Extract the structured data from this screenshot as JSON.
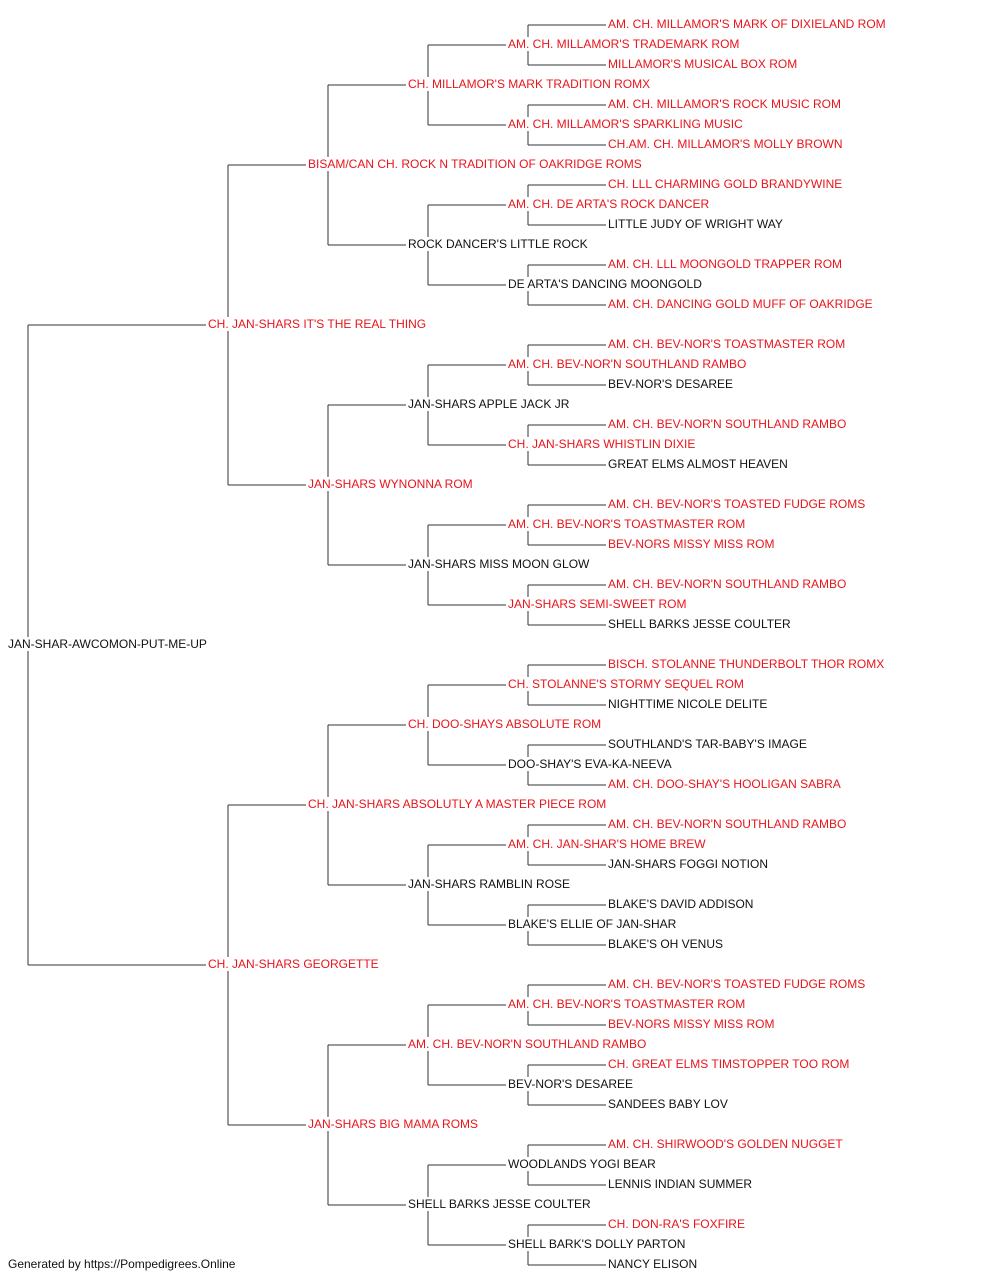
{
  "pedigree": {
    "subject": "JAN-SHAR-AWCOMON-PUT-ME-UP",
    "colors": {
      "champion": "#e8141b",
      "plain": "#111111",
      "lines": "#333333"
    },
    "generations": [
      [
        {
          "name": "CH. JAN-SHARS IT'S THE REAL THING",
          "titled": true
        },
        {
          "name": "CH. JAN-SHARS GEORGETTE",
          "titled": true
        }
      ],
      [
        {
          "name": "BISAM/CAN CH. ROCK N TRADITION OF OAKRIDGE ROMS",
          "titled": true
        },
        {
          "name": "JAN-SHARS WYNONNA ROM",
          "titled": true
        },
        {
          "name": "CH. JAN-SHARS ABSOLUTLY A MASTER PIECE ROM",
          "titled": true
        },
        {
          "name": "JAN-SHARS BIG MAMA ROMS",
          "titled": true
        }
      ],
      [
        {
          "name": "CH. MILLAMOR'S MARK TRADITION ROMX",
          "titled": true
        },
        {
          "name": "ROCK DANCER'S LITTLE ROCK",
          "titled": false
        },
        {
          "name": "JAN-SHARS APPLE JACK JR",
          "titled": false
        },
        {
          "name": "JAN-SHARS MISS MOON GLOW",
          "titled": false
        },
        {
          "name": "CH. DOO-SHAYS ABSOLUTE ROM",
          "titled": true
        },
        {
          "name": "JAN-SHARS RAMBLIN ROSE",
          "titled": false
        },
        {
          "name": "AM. CH. BEV-NOR'N SOUTHLAND RAMBO",
          "titled": true
        },
        {
          "name": "SHELL BARKS JESSE COULTER",
          "titled": false
        }
      ],
      [
        {
          "name": "AM. CH. MILLAMOR'S TRADEMARK ROM",
          "titled": true
        },
        {
          "name": "AM. CH. MILLAMOR'S SPARKLING MUSIC",
          "titled": true
        },
        {
          "name": "AM. CH. DE ARTA'S ROCK DANCER",
          "titled": true
        },
        {
          "name": "DE ARTA'S DANCING MOONGOLD",
          "titled": false
        },
        {
          "name": "AM. CH. BEV-NOR'N SOUTHLAND RAMBO",
          "titled": true
        },
        {
          "name": "CH. JAN-SHARS WHISTLIN DIXIE",
          "titled": true
        },
        {
          "name": "AM. CH. BEV-NOR'S TOASTMASTER ROM",
          "titled": true
        },
        {
          "name": "JAN-SHARS SEMI-SWEET ROM",
          "titled": true
        },
        {
          "name": "CH. STOLANNE'S STORMY SEQUEL ROM",
          "titled": true
        },
        {
          "name": "DOO-SHAY'S EVA-KA-NEEVA",
          "titled": false
        },
        {
          "name": "AM. CH. JAN-SHAR'S HOME BREW",
          "titled": true
        },
        {
          "name": "BLAKE'S ELLIE OF JAN-SHAR",
          "titled": false
        },
        {
          "name": "AM. CH. BEV-NOR'S TOASTMASTER ROM",
          "titled": true
        },
        {
          "name": "BEV-NOR'S DESAREE",
          "titled": false
        },
        {
          "name": "WOODLANDS YOGI BEAR",
          "titled": false
        },
        {
          "name": "SHELL BARK'S DOLLY PARTON",
          "titled": false
        }
      ],
      [
        {
          "name": "AM. CH. MILLAMOR'S MARK OF DIXIELAND ROM",
          "titled": true
        },
        {
          "name": "MILLAMOR'S MUSICAL BOX ROM",
          "titled": true
        },
        {
          "name": "AM. CH. MILLAMOR'S ROCK MUSIC ROM",
          "titled": true
        },
        {
          "name": "CH.AM. CH. MILLAMOR'S MOLLY BROWN",
          "titled": true
        },
        {
          "name": "CH. LLL CHARMING GOLD BRANDYWINE",
          "titled": true
        },
        {
          "name": "LITTLE JUDY OF WRIGHT WAY",
          "titled": false
        },
        {
          "name": "AM. CH. LLL MOONGOLD TRAPPER ROM",
          "titled": true
        },
        {
          "name": "AM. CH. DANCING GOLD MUFF OF OAKRIDGE",
          "titled": true
        },
        {
          "name": "AM. CH. BEV-NOR'S TOASTMASTER ROM",
          "titled": true
        },
        {
          "name": "BEV-NOR'S DESAREE",
          "titled": false
        },
        {
          "name": "AM. CH. BEV-NOR'N SOUTHLAND RAMBO",
          "titled": true
        },
        {
          "name": "GREAT ELMS ALMOST HEAVEN",
          "titled": false
        },
        {
          "name": "AM. CH. BEV-NOR'S TOASTED FUDGE ROMS",
          "titled": true
        },
        {
          "name": "BEV-NORS MISSY MISS ROM",
          "titled": true
        },
        {
          "name": "AM. CH. BEV-NOR'N SOUTHLAND RAMBO",
          "titled": true
        },
        {
          "name": "SHELL BARKS JESSE COULTER",
          "titled": false
        },
        {
          "name": "BISCH. STOLANNE THUNDERBOLT THOR ROMX",
          "titled": true
        },
        {
          "name": "NIGHTTIME NICOLE DELITE",
          "titled": false
        },
        {
          "name": "SOUTHLAND'S TAR-BABY'S IMAGE",
          "titled": false
        },
        {
          "name": "AM. CH. DOO-SHAY'S HOOLIGAN SABRA",
          "titled": true
        },
        {
          "name": "AM. CH. BEV-NOR'N SOUTHLAND RAMBO",
          "titled": true
        },
        {
          "name": "JAN-SHARS FOGGI NOTION",
          "titled": false
        },
        {
          "name": "BLAKE'S DAVID ADDISON",
          "titled": false
        },
        {
          "name": "BLAKE'S OH VENUS",
          "titled": false
        },
        {
          "name": "AM. CH. BEV-NOR'S TOASTED FUDGE ROMS",
          "titled": true
        },
        {
          "name": "BEV-NORS MISSY MISS ROM",
          "titled": true
        },
        {
          "name": "CH. GREAT ELMS TIMSTOPPER TOO ROM",
          "titled": true
        },
        {
          "name": "SANDEES BABY LOV",
          "titled": false
        },
        {
          "name": "AM. CH. SHIRWOOD'S GOLDEN NUGGET",
          "titled": true
        },
        {
          "name": "LENNIS INDIAN SUMMER",
          "titled": false
        },
        {
          "name": "CH. DON-RA'S FOXFIRE",
          "titled": true
        },
        {
          "name": "NANCY ELISON",
          "titled": false
        }
      ]
    ]
  },
  "footer": {
    "text": "Generated by https://Pompedigrees.Online"
  }
}
